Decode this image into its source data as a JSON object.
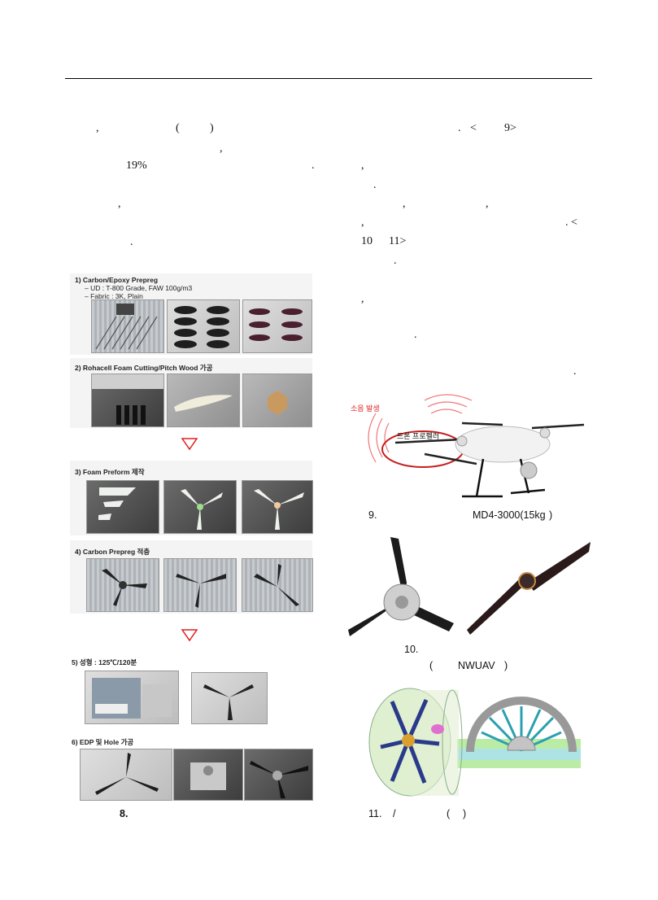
{
  "left_column": {
    "fragments": [
      ",",
      "(",
      ")",
      ",",
      "19%",
      ".",
      ",",
      "."
    ]
  },
  "right_column": {
    "fragments": [
      ".",
      "<",
      "9>",
      ",",
      ".",
      ",",
      ",",
      ",",
      ". <",
      "10",
      "11>",
      ".",
      ",",
      ".",
      "."
    ]
  },
  "figure8": {
    "caption": "8.",
    "step1": {
      "title": "1)  Carbon/Epoxy Prepreg",
      "line1": "–  UD : T-800 Grade, FAW 100g/m3",
      "line2": "–  Fabric : 3K, Plain"
    },
    "step2": {
      "title": "2)  Rohacell Foam Cutting/Pitch Wood 가공"
    },
    "step3": {
      "title": "3)  Foam Preform 제작"
    },
    "step4": {
      "title": "4)  Carbon Prepreg 적층"
    },
    "step5": {
      "title": "5)  성형 : 125℃/120분"
    },
    "step6": {
      "title": "6)  EDP 및 Hole 가공"
    },
    "arrow_color": "#e02020"
  },
  "figure9": {
    "caption_num": "9.",
    "caption_model": "MD4-3000(15kg",
    "caption_close": ")",
    "label_noise": "소음 발생",
    "label_propeller": "드론 프로펠러"
  },
  "figure10": {
    "caption_num": "10.",
    "caption_open": "(",
    "caption_name": "NWUAV",
    "caption_close": ")"
  },
  "figure11": {
    "caption_num": "11.",
    "caption_slash": "/",
    "caption_open": "(",
    "caption_close": ")"
  }
}
